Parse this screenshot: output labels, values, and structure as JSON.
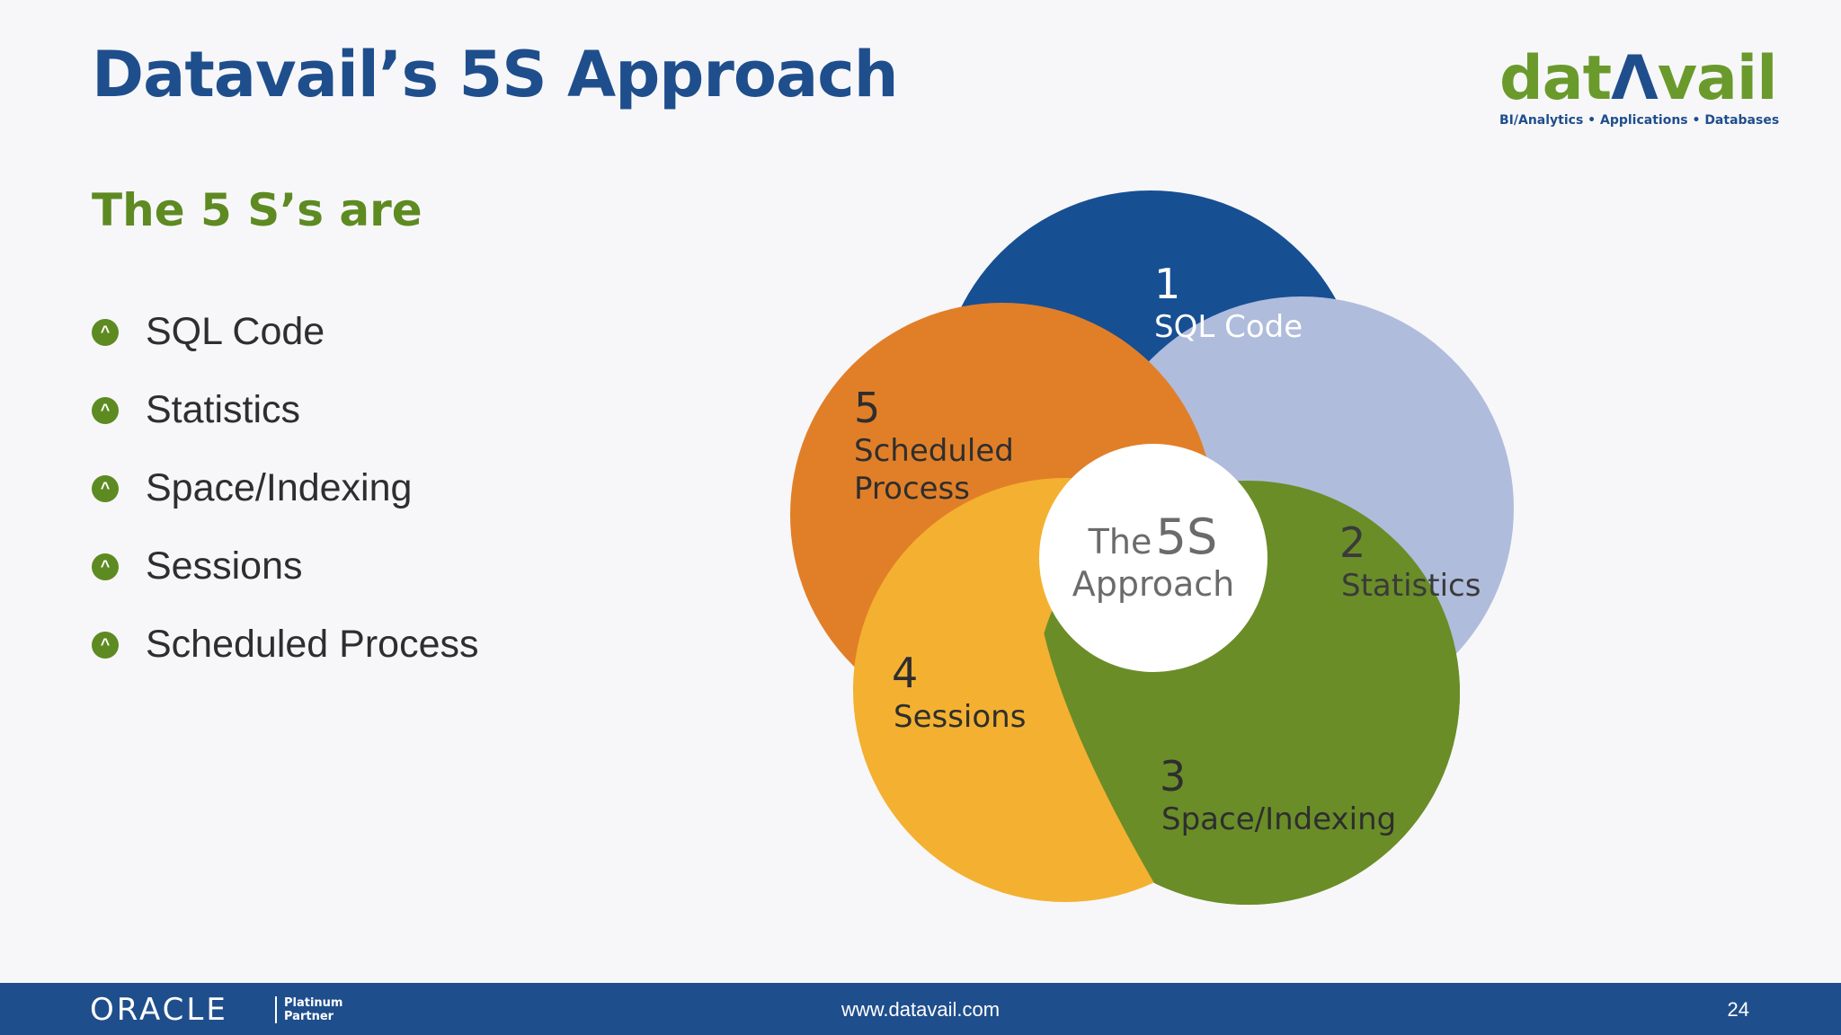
{
  "title": "Datavail’s 5S Approach",
  "logo": {
    "word_start": "dat",
    "word_mark": "Λ",
    "word_end": "vail",
    "tagline": "BI/Analytics • Applications • Databases"
  },
  "subtitle": "The 5 S’s are",
  "bullets": [
    "SQL Code",
    "Statistics",
    "Space/Indexing",
    "Sessions",
    "Scheduled Process"
  ],
  "bullet_icon": "chevron-up-icon",
  "diagram": {
    "center": {
      "line1_a": "The",
      "line1_b": "5S",
      "line2": "Approach"
    },
    "petals": [
      {
        "number": "1",
        "label_lines": [
          "SQL Code"
        ],
        "color": "#174f93"
      },
      {
        "number": "2",
        "label_lines": [
          "Statistics"
        ],
        "color": "#b0bcdc"
      },
      {
        "number": "3",
        "label_lines": [
          "Space/Indexing"
        ],
        "color": "#6a8d28"
      },
      {
        "number": "4",
        "label_lines": [
          "Sessions"
        ],
        "color": "#f4b030"
      },
      {
        "number": "5",
        "label_lines": [
          "Scheduled",
          "Process"
        ],
        "color": "#e17f28"
      }
    ]
  },
  "footer": {
    "oracle": "ORACLE",
    "partner_line1": "Platinum",
    "partner_line2": "Partner",
    "url": "www.datavail.com",
    "page": "24"
  },
  "colors": {
    "title": "#1f4e8c",
    "subtitle": "#5e8a22",
    "footer_bg": "#1f4e8c"
  }
}
